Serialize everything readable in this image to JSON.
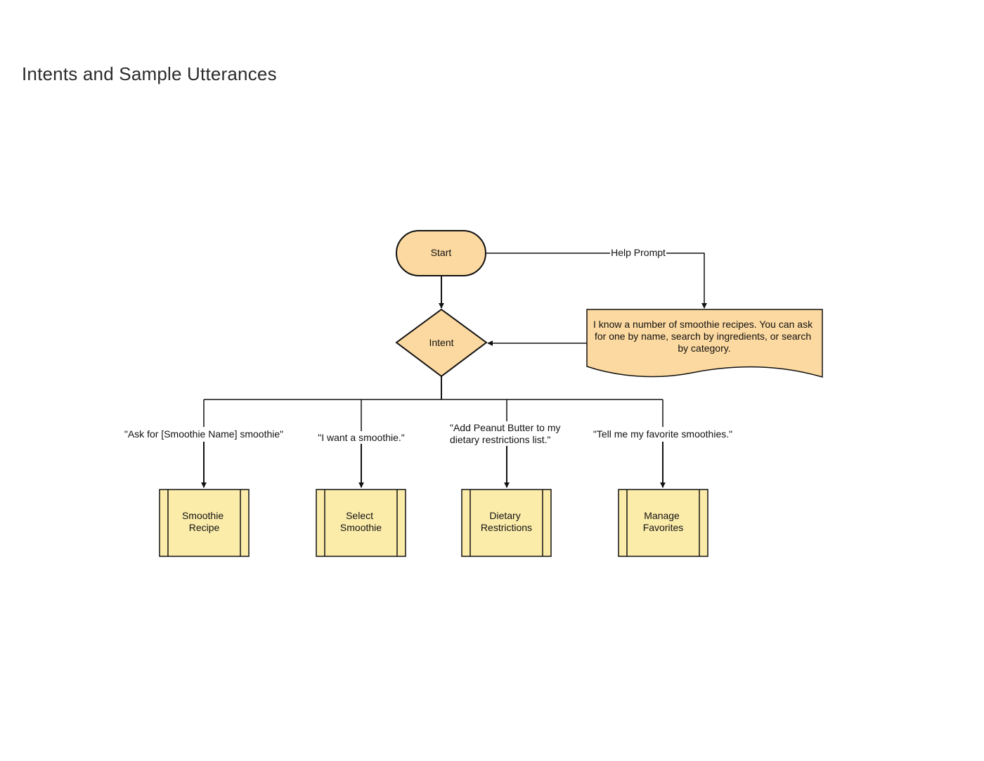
{
  "page": {
    "title": "Intents and Sample Utterances"
  },
  "colors": {
    "orange_fill": "#fcd9a0",
    "yellow_fill": "#fcecaa",
    "stroke": "#111111"
  },
  "flowchart": {
    "start": {
      "label": "Start"
    },
    "decision": {
      "label": "Intent"
    },
    "help_edge_label": "Help Prompt",
    "help_note": {
      "lines": [
        "I know a number of smoothie recipes. You can ask",
        "for one by name, search by ingredients, or search",
        "by category."
      ]
    },
    "intents": [
      {
        "utterance": [
          "\"Ask for [Smoothie Name] smoothie\""
        ],
        "name": [
          "Smoothie",
          "Recipe"
        ]
      },
      {
        "utterance": [
          "\"I want a smoothie.\""
        ],
        "name": [
          "Select",
          "Smoothie"
        ]
      },
      {
        "utterance": [
          "\"Add Peanut Butter to my",
          "dietary restrictions list.\""
        ],
        "name": [
          "Dietary",
          "Restrictions"
        ]
      },
      {
        "utterance": [
          "\"Tell me my favorite smoothies.\""
        ],
        "name": [
          "Manage",
          "Favorites"
        ]
      }
    ]
  }
}
